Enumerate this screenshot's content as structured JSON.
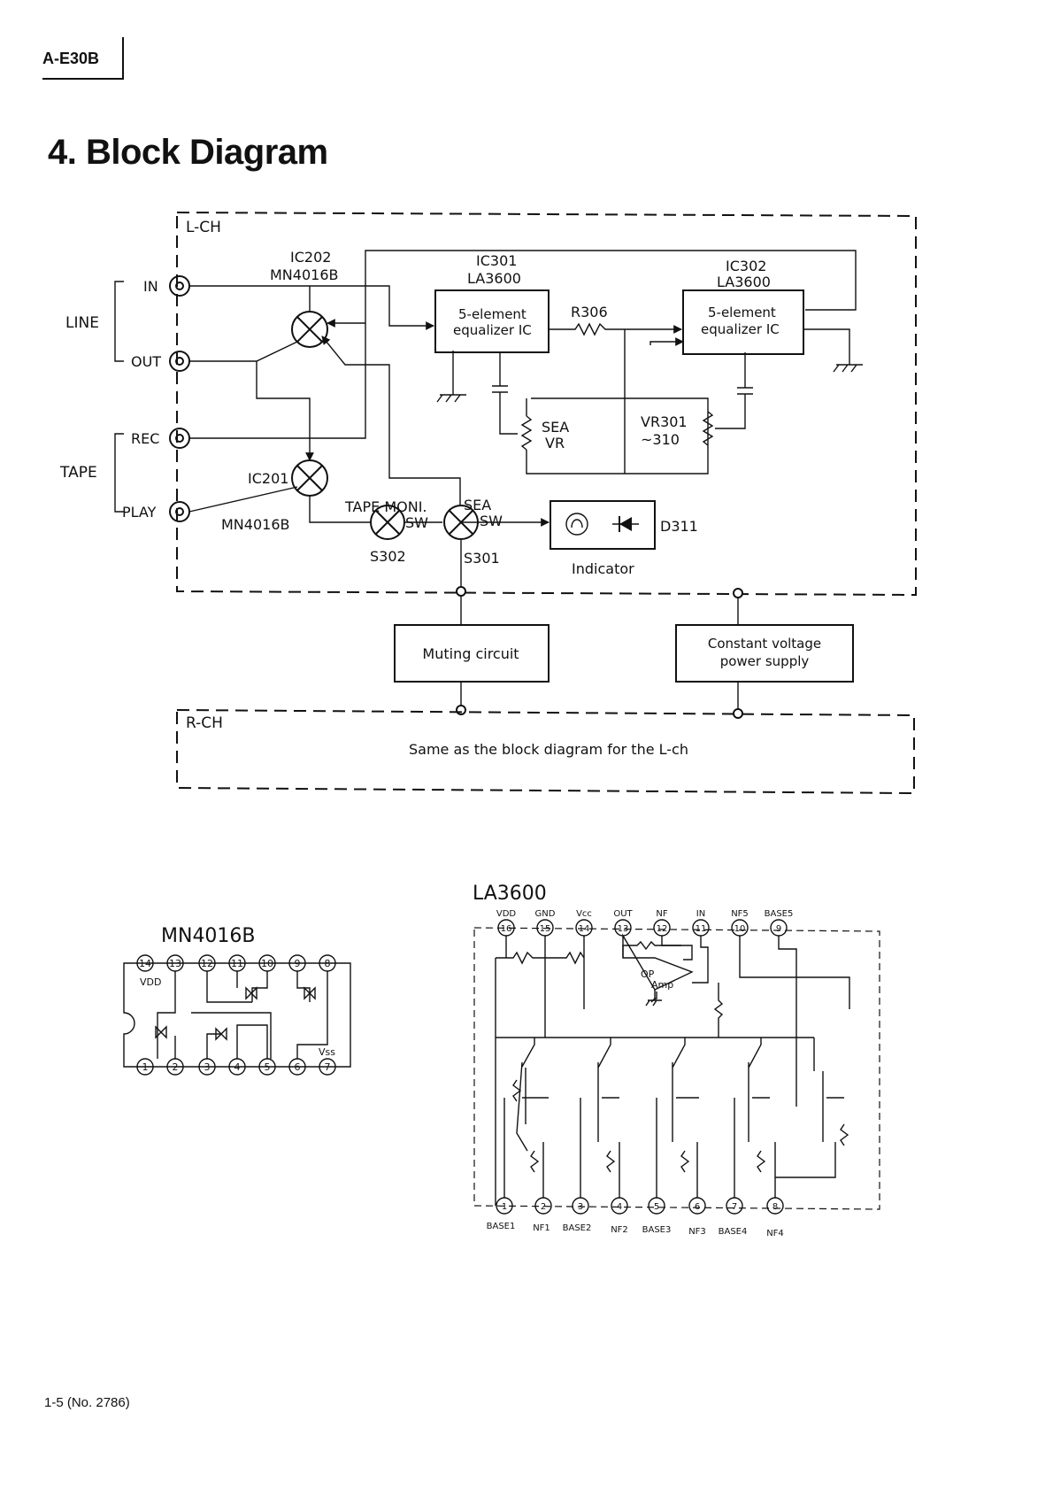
{
  "header": {
    "model": "A-E30B"
  },
  "page_title": "4. Block Diagram",
  "block_diagram": {
    "lch_label": "L-CH",
    "rch_label": "R-CH",
    "line_label": "LINE",
    "tape_label": "TAPE",
    "in_label": "IN",
    "out_label": "OUT",
    "rec_label": "REC",
    "play_label": "PLAY",
    "ic202": "IC202",
    "ic202_part": "MN4016B",
    "ic201": "IC201",
    "ic201_part": "MN4016B",
    "ic301": "IC301",
    "ic301_part": "LA3600",
    "ic302": "IC302",
    "ic302_part": "LA3600",
    "eq1_line1": "5-element",
    "eq1_line2": "equalizer IC",
    "eq2_line1": "5-element",
    "eq2_line2": "equalizer IC",
    "r306": "R306",
    "sea_vr_1": "SEA",
    "sea_vr_2": "VR",
    "vr301_1": "VR301",
    "vr301_2": "~310",
    "tape_moni": "TAPE MONI.",
    "tape_moni_sw": "SW",
    "s302": "S302",
    "sea_sw": "SEA",
    "sea_sw_sw": "SW",
    "s301": "S301",
    "d311": "D311",
    "indicator": "Indicator",
    "muting": "Muting circuit",
    "cvps_1": "Constant voltage",
    "cvps_2": "power supply",
    "rch_text": "Same as the block diagram for the L-ch"
  },
  "mn4016b": {
    "title": "MN4016B",
    "top_pins": [
      "14",
      "13",
      "12",
      "11",
      "10",
      "9",
      "8"
    ],
    "bottom_pins": [
      "1",
      "2",
      "3",
      "4",
      "5",
      "6",
      "7"
    ],
    "vdd": "VDD",
    "vss": "Vss"
  },
  "la3600": {
    "title": "LA3600",
    "top_pins": [
      "16",
      "15",
      "14",
      "13",
      "12",
      "11",
      "10",
      "9"
    ],
    "top_labels": [
      "VDD",
      "GND",
      "Vcc",
      "OUT",
      "NF",
      "IN",
      "NF5",
      "BASE5"
    ],
    "bottom_pins": [
      "1",
      "2",
      "3",
      "4",
      "5",
      "6",
      "7",
      "8"
    ],
    "bottom_labels": [
      "BASE1",
      "NF1",
      "BASE2",
      "NF2",
      "BASE3",
      "NF3",
      "BASE4",
      "NF4"
    ],
    "op_amp_1": "OP",
    "op_amp_2": "Amp"
  },
  "footer": {
    "page": "1-5 (No. 2786)"
  }
}
